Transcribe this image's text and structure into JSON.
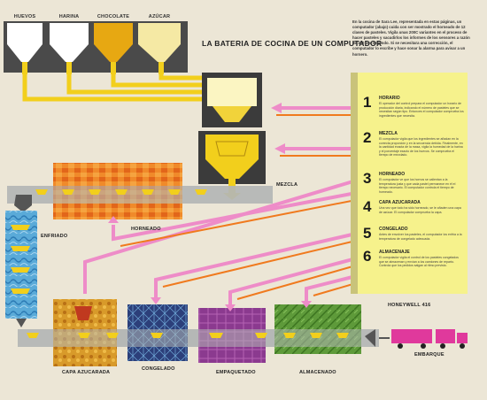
{
  "title": "LA BATERIA DE COCINA DE UN COMPUTADOR",
  "intro": "En la cocina de Sara Lee, representada en estas páginas, un computador (abajo) cuida con ser mostrado el horneado de 12 clases de pasteles. Vigila unas 200C variantes en el proceso de hacer pasteles y sacudirlos los informes de los sensores a razón de 300 por segundo. Si se necesitara una corrección, el computador lo escribe y hace sonar la alarma para avisar a un hornero.",
  "hoppers": [
    "HUEVOS",
    "HARINA",
    "CHOCOLATE",
    "AZÚCAR"
  ],
  "labels": {
    "mezcla": "MEZCLA",
    "horneado": "HORNEADO",
    "enfriado": "ENFRIADO",
    "capa": "CAPA AZUCARADA",
    "congelado": "CONGELADO",
    "empaquetado": "EMPAQUETADO",
    "almacenado": "ALMACENADO",
    "honeywell": "HONEYWELL 416",
    "embarque": "EMBARQUE"
  },
  "steps": [
    {
      "num": "1",
      "name": "HORARIO",
      "desc": "El operador del control prepara el computador un horario de producción diaria, indicando el número de pasteles que se necesitan según tipo. Entonces el computador comprueba los ingredientes que necesita."
    },
    {
      "num": "2",
      "name": "MEZCLA",
      "desc": "El computador vigila que los ingredientes se añadan en la correcta proporción y en la secuencia debida. Finalmente, en la cantidad exacta de la masa, vigila la humedad de la harina y el porcentaje exacto de los huevos. Se comprueba el tiempo de mezclado."
    },
    {
      "num": "3",
      "name": "HORNEADO",
      "desc": "El computador ve que los hornos se calientan a la temperatura justa y que cada pastel permanece en él el tiempo necesario. El computador controla el tiempo de horneado."
    },
    {
      "num": "4",
      "name": "CAPA AZUCARADA",
      "desc": "Una vez que todo ha sido horneado, se le añaden una capa de azúcar. El computador comprueba la capa."
    },
    {
      "num": "5",
      "name": "CONGELADO",
      "desc": "Antes de envolver los pasteles, el computador los enfría a la temperatura de congelado adecuada."
    },
    {
      "num": "6",
      "name": "ALMACENAJE",
      "desc": "El computador vigila el control de los pasteles congelados que se almacenan y envían a los camiones de reparto. Controla que los pedidos salgan al ritmo previsto."
    }
  ],
  "colors": {
    "background": "#ece6d6",
    "pipe": "#f2cf1c",
    "conveyor": "#b3b6b5",
    "pink": "#ee8cc8",
    "orange": "#f07a1e",
    "panel": "#f6f28c",
    "magenta": "#e0399c"
  }
}
